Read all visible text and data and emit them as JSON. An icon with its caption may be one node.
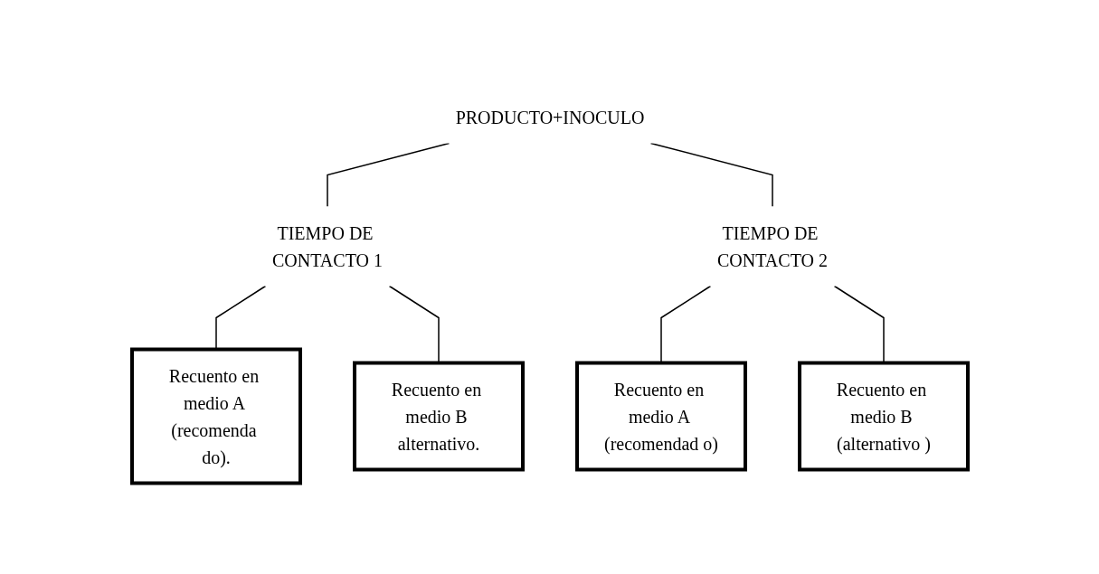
{
  "diagram": {
    "nodes": [
      {
        "text": [
          "PRODUCTO+INOCULO"
        ]
      },
      {
        "text": [
          "TIEMPO DE CONTACTO 1"
        ]
      },
      {
        "text": [
          "TIEMPO DE CONTACTO 2"
        ]
      },
      {
        "text": [
          "Recuento en medio A (recomenda do)."
        ]
      },
      {
        "text": [
          "Recuento en medio B alternativo."
        ]
      },
      {
        "text": [
          "Recuento en medio A (recomendad o)"
        ]
      },
      {
        "text": [
          "Recuento en medio B (alternativo )"
        ]
      }
    ],
    "edges": [
      {
        "from": 0,
        "to": 1,
        "arrow": "none"
      },
      {
        "from": 0,
        "to": 2,
        "arrow": "none"
      },
      {
        "from": 1,
        "to": 3,
        "arrow": "none"
      },
      {
        "from": 1,
        "to": 4,
        "arrow": "none"
      },
      {
        "from": 2,
        "to": 5,
        "arrow": "none"
      },
      {
        "from": 2,
        "to": 6,
        "arrow": "none"
      }
    ]
  }
}
